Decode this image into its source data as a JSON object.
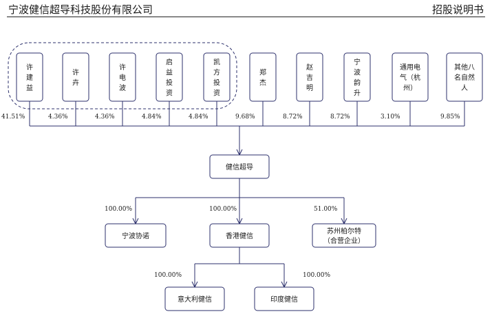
{
  "header": {
    "company": "宁波健信超导科技股份有限公司",
    "doc": "招股说明书"
  },
  "shareholders": [
    {
      "name": "许建益",
      "lines": [
        "许",
        "建",
        "益"
      ],
      "pct": "41.51%"
    },
    {
      "name": "许卉",
      "lines": [
        "许",
        "卉"
      ],
      "pct": "4.36%"
    },
    {
      "name": "许电波",
      "lines": [
        "许",
        "电",
        "波"
      ],
      "pct": "4.36%"
    },
    {
      "name": "启益投资",
      "lines": [
        "启",
        "益",
        "投",
        "资"
      ],
      "pct": "4.84%"
    },
    {
      "name": "凯方投资",
      "lines": [
        "凯",
        "方",
        "投",
        "资"
      ],
      "pct": "4.84%"
    },
    {
      "name": "郑杰",
      "lines": [
        "郑",
        "杰"
      ],
      "pct": "9.68%"
    },
    {
      "name": "赵吉明",
      "lines": [
        "赵",
        "吉",
        "明"
      ],
      "pct": "8.72%"
    },
    {
      "name": "宁波韵升",
      "lines": [
        "宁",
        "波",
        "韵",
        "升"
      ],
      "pct": "8.72%"
    },
    {
      "name": "通用电气（杭州）",
      "lines": [
        "通用电",
        "气（杭",
        "州）"
      ],
      "pct": "3.10%"
    },
    {
      "name": "其他八名自然人",
      "lines": [
        "其他八",
        "名自然",
        "人"
      ],
      "pct": "9.85%"
    }
  ],
  "company": "健信超导",
  "subsidiaries": [
    {
      "name": "宁波协诺",
      "lines": [
        "宁波协诺"
      ],
      "pct": "100.00%"
    },
    {
      "name": "香港健信",
      "lines": [
        "香港健信"
      ],
      "pct": "100.00%"
    },
    {
      "name": "苏州柏尔特（合营企业）",
      "lines": [
        "苏州柏尔特",
        "（合营企业）"
      ],
      "pct": "51.00%"
    }
  ],
  "sub_subsidiaries": [
    {
      "name": "意大利健信",
      "lines": [
        "意大利健信"
      ],
      "pct": "100.00%"
    },
    {
      "name": "印度健信",
      "lines": [
        "印度健信"
      ],
      "pct": "100.00%"
    }
  ]
}
